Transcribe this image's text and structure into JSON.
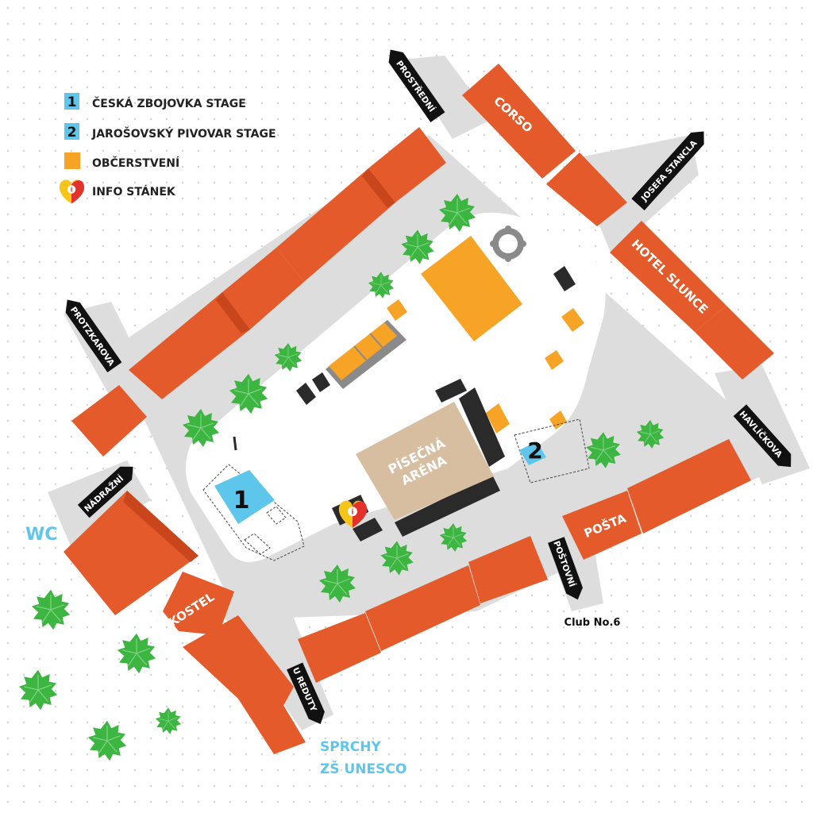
{
  "legend": {
    "items": [
      {
        "marker": "1",
        "label": "ČESKÁ ZBOJOVKA STAGE"
      },
      {
        "marker": "2",
        "label": "JAROŠOVSKÝ PIVOVAR STAGE"
      },
      {
        "marker": "",
        "label": "OBČERSTVENÍ"
      },
      {
        "marker": "",
        "label": "INFO STÁNEK"
      }
    ]
  },
  "streets": {
    "prostredni": "PROSTŘEDNÍ",
    "josefa_stancla": "JOSEFA STANCLA",
    "protzkarova": "PROTZKAROVA",
    "havlickova": "HAVLÍČKOVA",
    "nadrazni": "NÁDRAŽNÍ",
    "postovni": "POŠTOVNÍ",
    "u_reduty": "U REDUTY"
  },
  "buildings": {
    "corso": "CORSO",
    "hotel_slunce": "HOTEL SLUNCE",
    "posta": "POŠTA",
    "kostel": "KOSTEL"
  },
  "venue": {
    "line1": "PÍSEČNÁ",
    "line2": "ARÉNA",
    "stage1": "1",
    "stage2": "2"
  },
  "places": {
    "club": "Club No.6",
    "wc": "WC",
    "sprchy_line1": "SPRCHY",
    "sprchy_line2": "ZŠ UNESCO"
  },
  "colors": {
    "building": "#e45a2a",
    "building_shade": "#c9461d",
    "road": "#dddddd",
    "square": "#ffffff",
    "tree": "#3cb541",
    "stage_blue": "#5ec6ea",
    "food_orange": "#f7a325",
    "arena_sand": "#d8bea0",
    "dark_block": "#2a2a2a",
    "sign_black": "#111111",
    "external_label": "#5ec6ea"
  }
}
